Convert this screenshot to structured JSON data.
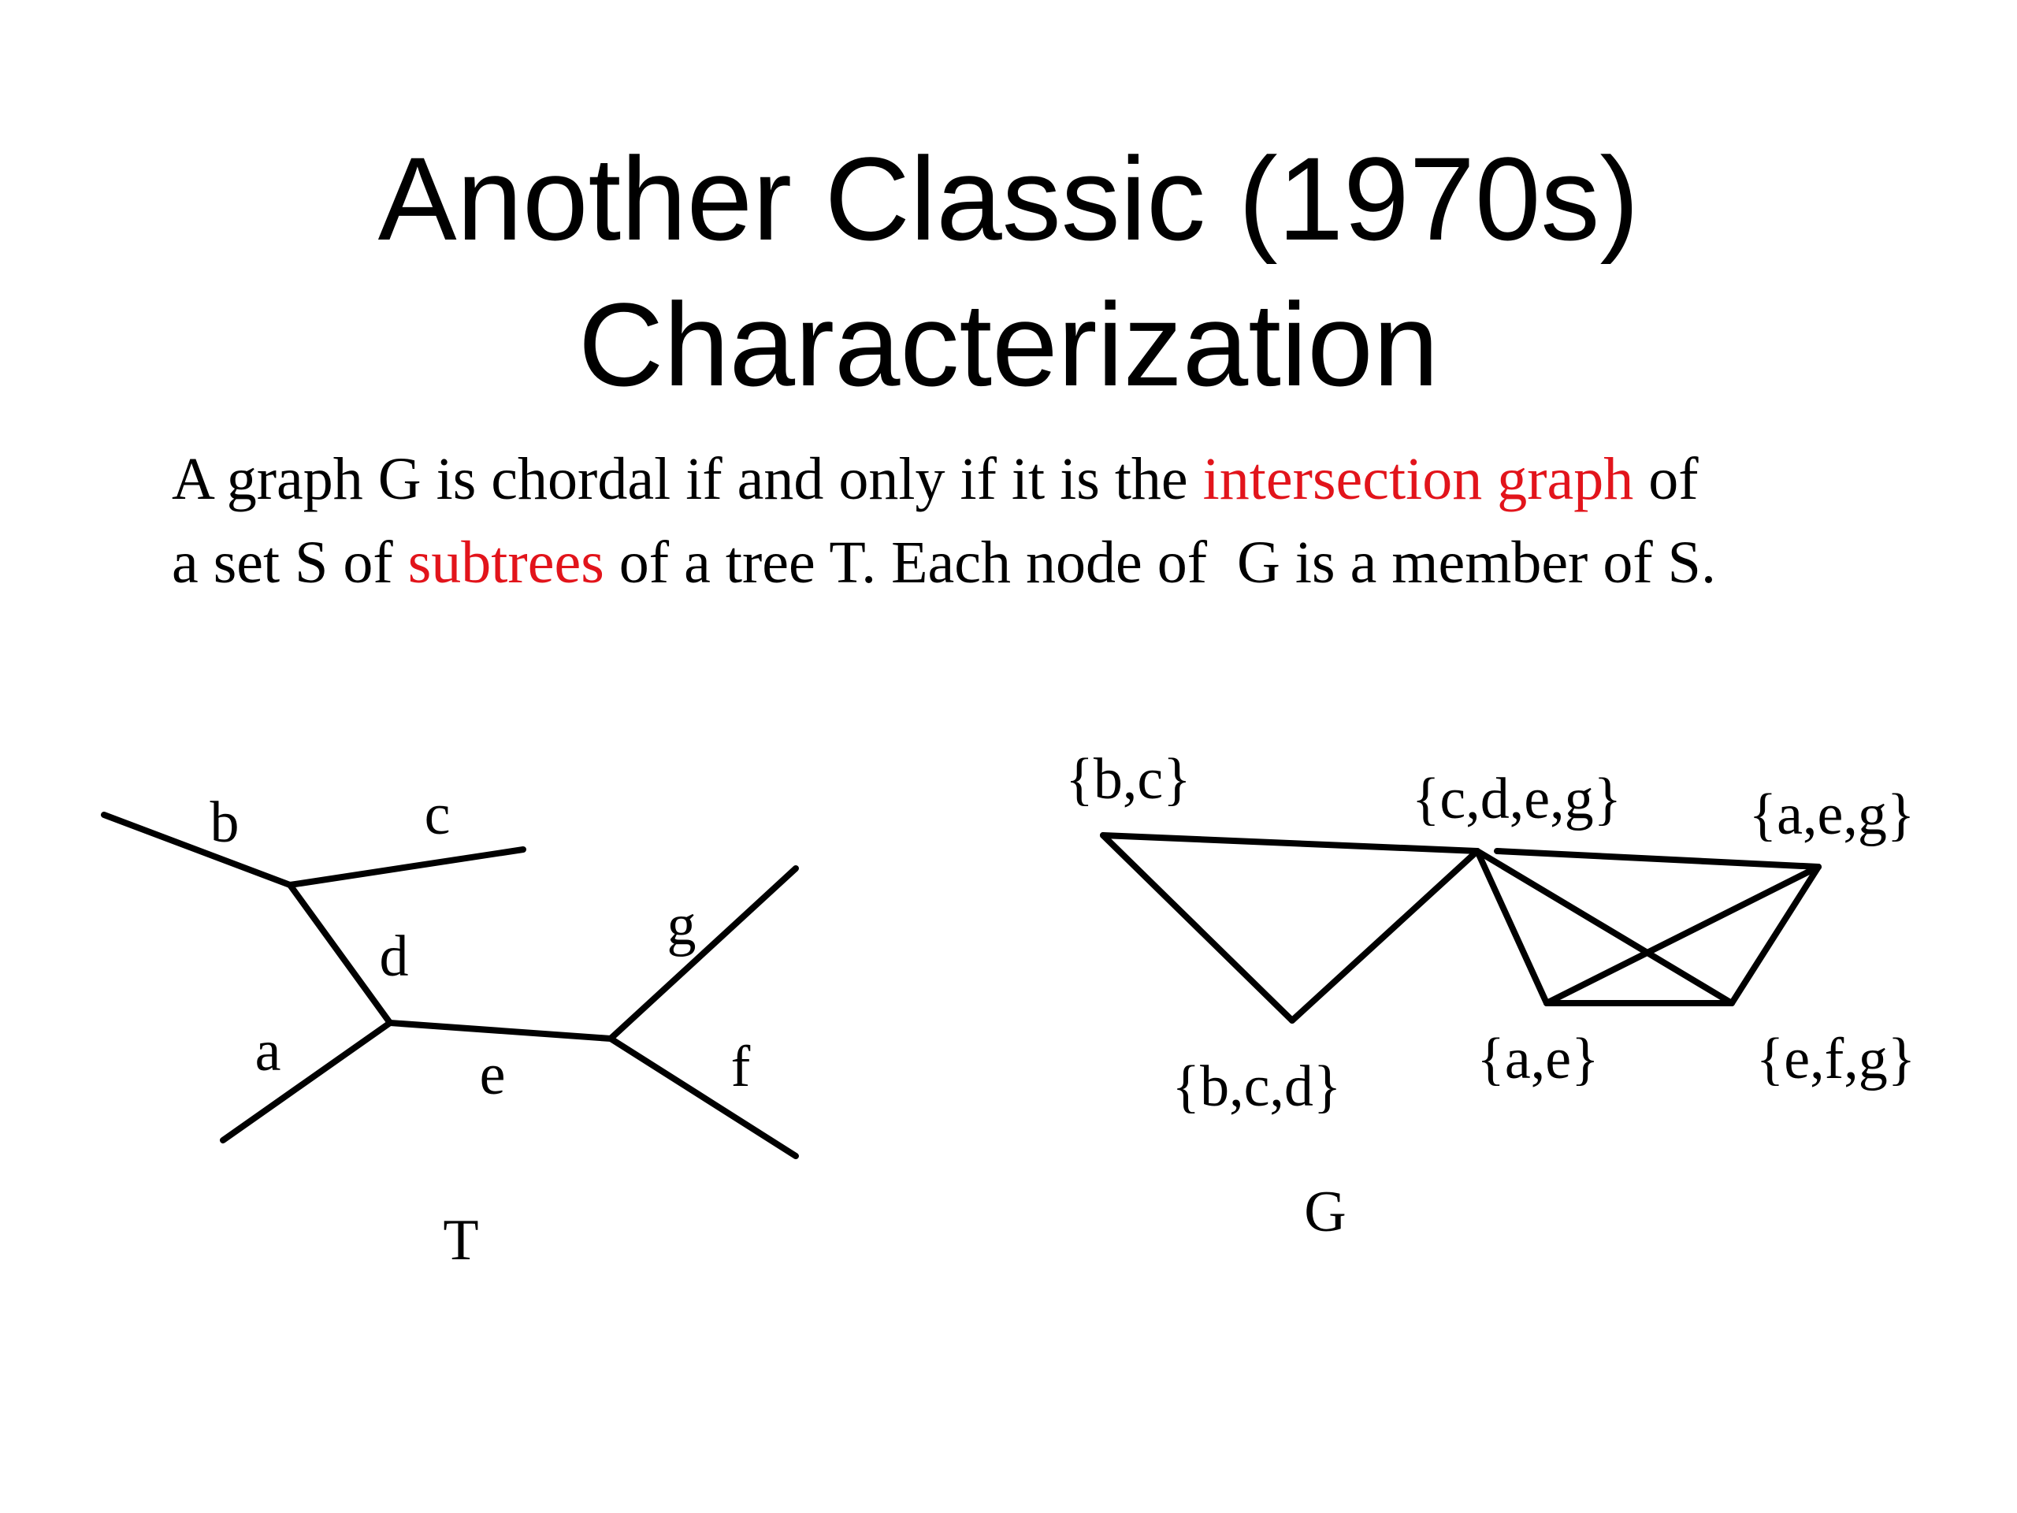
{
  "slide": {
    "title_line1": "Another Classic (1970s)",
    "title_line2": "Characterization",
    "body": {
      "line1_part1": "A graph G is chordal if and only if it is the ",
      "line1_highlight": "intersection graph",
      "line1_part2": " of",
      "line2_part1": "a set S of ",
      "line2_highlight": "subtrees",
      "line2_part2": " of a tree T. Each node of  G is a member of S."
    },
    "colors": {
      "text": "#000000",
      "highlight": "#e2141b",
      "background": "#ffffff"
    }
  },
  "tree": {
    "caption": "T",
    "edge_labels": {
      "b": "b",
      "c": "c",
      "d": "d",
      "a": "a",
      "e": "e",
      "g": "g",
      "f": "f"
    }
  },
  "graph": {
    "caption": "G",
    "nodes": {
      "bc": "{b,c}",
      "cdeg": "{c,d,e,g}",
      "aeg": "{a,e,g}",
      "bcd": "{b,c,d}",
      "ae": "{a,e}",
      "efg": "{e,f,g}"
    },
    "edges": [
      [
        "{b,c}",
        "{c,d,e,g}"
      ],
      [
        "{b,c}",
        "{b,c,d}"
      ],
      [
        "{b,c,d}",
        "{c,d,e,g}"
      ],
      [
        "{c,d,e,g}",
        "{a,e,g}"
      ],
      [
        "{c,d,e,g}",
        "{a,e}"
      ],
      [
        "{c,d,e,g}",
        "{e,f,g}"
      ],
      [
        "{a,e,g}",
        "{a,e}"
      ],
      [
        "{a,e,g}",
        "{e,f,g}"
      ],
      [
        "{a,e}",
        "{e,f,g}"
      ]
    ]
  }
}
